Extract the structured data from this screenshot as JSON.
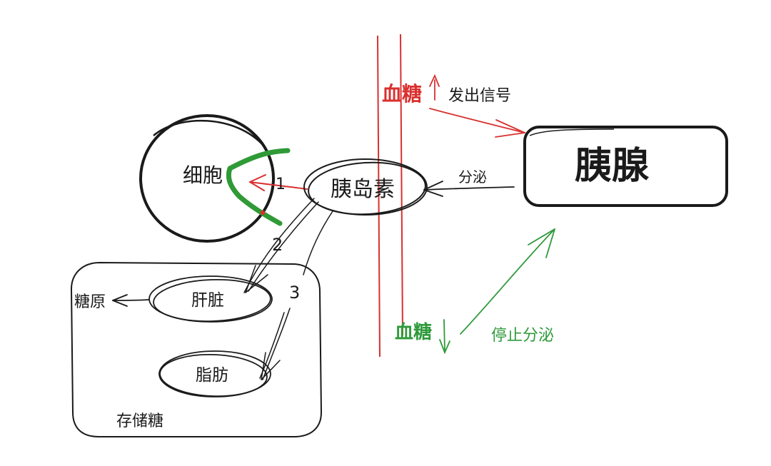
{
  "colors": {
    "ink": "#1a1a1a",
    "red": "#d9302f",
    "green": "#2e9a3a",
    "green_marker": "#2f9a36"
  },
  "nodes": {
    "cell": "细胞",
    "insulin": "胰岛素",
    "pancreas": "胰腺",
    "liver": "肝脏",
    "fat": "脂肪",
    "glycogen": "糖原",
    "storage": "存储糖"
  },
  "labels": {
    "blood_sugar_high": "血糖",
    "send_signal": "发出信号",
    "secrete": "分泌",
    "blood_sugar_low": "血糖",
    "stop_secrete": "停止分泌"
  },
  "steps": [
    "1",
    "2",
    "3"
  ]
}
